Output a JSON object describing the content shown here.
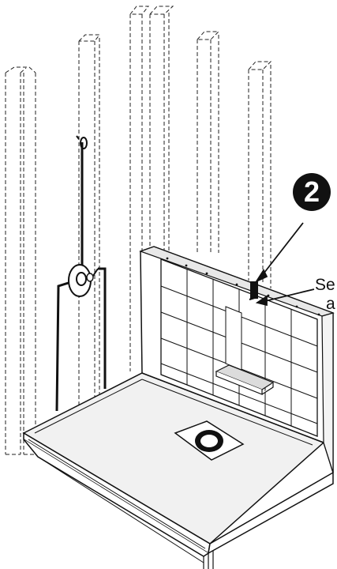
{
  "step_badge": {
    "number": "2"
  },
  "callout": {
    "line1": "Se",
    "line2": "a"
  },
  "colors": {
    "ink": "#111111",
    "background": "#ffffff"
  },
  "icons": {
    "step_marker": "step-number-badge",
    "drain": "drain-icon",
    "valve": "shower-valve-icon"
  }
}
